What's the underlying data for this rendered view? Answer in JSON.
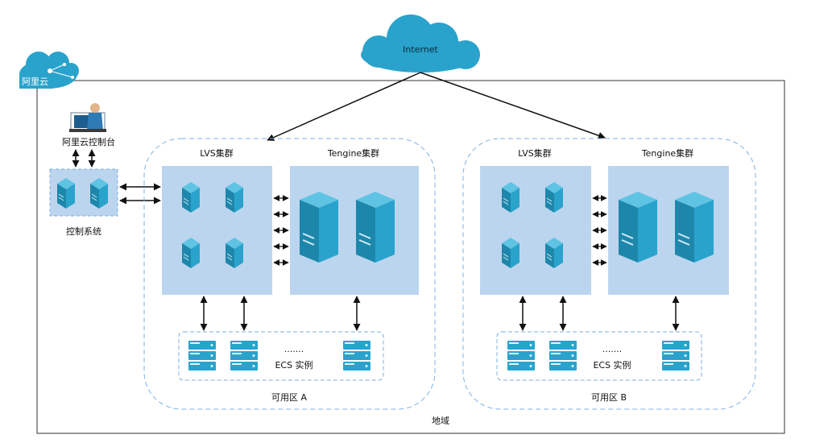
{
  "cloud_label": "Internet",
  "brand_label": "阿里云",
  "region_label": "地域",
  "console": {
    "label": "阿里云控制台"
  },
  "control_system": {
    "label": "控制系统"
  },
  "zones": [
    {
      "label": "可用区 A",
      "lvs_label": "LVS集群",
      "tengine_label": "Tengine集群",
      "ecs_label": "ECS 实例",
      "ellipsis": "......."
    },
    {
      "label": "可用区 B",
      "lvs_label": "LVS集群",
      "tengine_label": "Tengine集群",
      "ecs_label": "ECS 实例",
      "ellipsis": "......."
    }
  ],
  "colors": {
    "server_fill": "#29a0c7",
    "cluster_bg": "#bcd5ee",
    "dashed_border": "#7eb0e0",
    "cloud_fill": "#2aa3cc",
    "line": "#111111"
  }
}
